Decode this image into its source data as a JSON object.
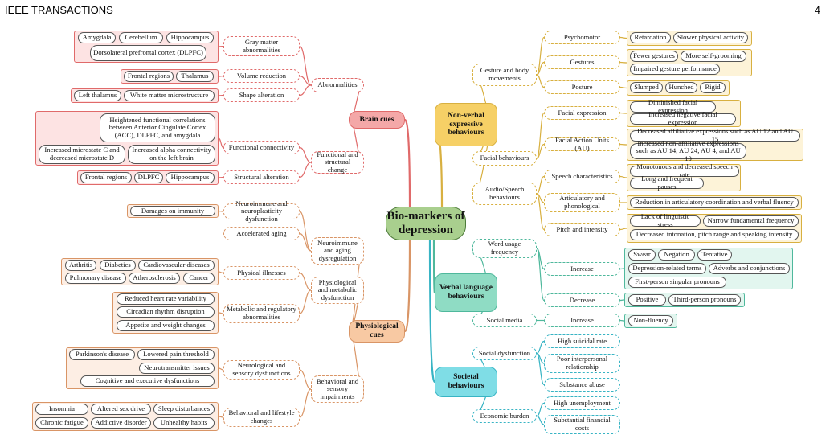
{
  "header": {
    "title": "IEEE TRANSACTIONS",
    "page": "4"
  },
  "diagram": {
    "root": "Bio-markers of depression",
    "brain": {
      "label": "Brain cues",
      "abnormalities": "Abnormalities",
      "gray_matter": "Gray matter abnormalities",
      "volume_reduction": "Volume reduction",
      "shape_alteration": "Shape alteration",
      "gm_items": [
        "Amygdala",
        "Cerebellum",
        "Hippocampus",
        "Dorsolateral prefrontal cortex (DLPFC)"
      ],
      "vol_items": [
        "Frontal regions",
        "Thalamus"
      ],
      "shape_items": [
        "Left thalamus",
        "White matter microstructure"
      ],
      "functional": "Functional and structural change",
      "func_conn": "Functional connectivity",
      "struct_alt": "Structural alteration",
      "fc_items": [
        "Heightened functional correlations between Anterior Cingulate Cortex (ACC), DLPFC, and amygdala",
        "Increased microstate C and decreased microstate D",
        "Increased alpha connectivity on the left brain"
      ],
      "sa_items": [
        "Frontal regions",
        "DLPFC",
        "Hippocampus"
      ]
    },
    "physio": {
      "label": "Physiological cues",
      "neuroimmune": "Neuroimmune and aging dysregulation",
      "neuro_dys": "Neuroimmune and neuroplasticity dysfunction",
      "accel_aging": "Accelerated aging",
      "immunity": "Damages on immunity",
      "metabolic": "Physiological and metabolic dysfunction",
      "phys_ill": "Physical illnesses",
      "ill_items": [
        "Arthritis",
        "Diabetics",
        "Cardiovascular diseases",
        "Pulmonary disease",
        "Atherosclerosis",
        "Cancer"
      ],
      "met_reg": "Metabolic and regulatory abnormalities",
      "met_items": [
        "Reduced heart rate variability",
        "Circadian rhythm disruption",
        "Appetite and weight changes"
      ],
      "behav": "Behavioral and sensory impairments",
      "neuro_sens": "Neurological and sensory dysfunctions",
      "ns_items": [
        "Parkinson's disease",
        "Lowered pain threshold",
        "Neurotransmitter issues",
        "Cognitive and executive dysfunctions"
      ],
      "lifestyle": "Behavioral and lifestyle changes",
      "life_items": [
        "Insomnia",
        "Altered sex drive",
        "Sleep disturbances",
        "Chronic fatigue",
        "Addictive disorder",
        "Unhealthy habits"
      ]
    },
    "nonverbal": {
      "label": "Non-verbal expressive behaviours",
      "gesture": "Gesture and body movements",
      "psychomotor": "Psychomotor",
      "gestures": "Gestures",
      "posture": "Posture",
      "psy_items": [
        "Retardation",
        "Slower physical activity"
      ],
      "ges_items": [
        "Fewer gestures",
        "More self-grooming",
        "Impaired gesture performance"
      ],
      "pos_items": [
        "Slumped",
        "Hunched",
        "Rigid"
      ],
      "facial": "Facial behaviours",
      "fac_expr": "Facial expression",
      "fau": "Facial Action Units (AU)",
      "fe_items": [
        "Diminished facial expression",
        "Increased negative facial expression"
      ],
      "au_items": [
        "Decreased affiliative expressions such as AU 12 and AU 15",
        "Increased non-affiliative expressions such as AU 14, AU 24, AU 4, and AU 10"
      ],
      "audio": "Audio/Speech behaviours",
      "speech_char": "Speech characteristics",
      "artic": "Articulatory and phonological",
      "pitch": "Pitch and intensity",
      "sc_items": [
        "Monotonous and decreased speech rate",
        "Long and frequent pauses"
      ],
      "art_items": [
        "Reduction in articulatory coordination and verbal fluency"
      ],
      "pi_items": [
        "Lack of linguistic stress",
        "Narrow fundamental frequency",
        "Decreased intonation, pitch range and speaking intensity"
      ]
    },
    "verbal": {
      "label": "Verbal language behaviours",
      "word_usage": "Word usage frequency",
      "increase": "Increase",
      "decrease": "Decrease",
      "inc_items": [
        "Swear",
        "Negation",
        "Tentative",
        "Depression-related terms",
        "Adverbs and conjunctions",
        "First-person singular pronouns"
      ],
      "dec_items": [
        "Positive",
        "Third-person pronouns"
      ],
      "social_media": "Social media",
      "sm_increase": "Increase",
      "sm_items": [
        "Non-fluency"
      ]
    },
    "societal": {
      "label": "Societal behaviours",
      "social_dys": "Social dysfunction",
      "high_suicidal": "High suicidal rate",
      "poor_rel": "Poor interpersonal relationship",
      "substance": "Substance abuse",
      "economic": "Economic burden",
      "unemployment": "High unemployment",
      "financial": "Substantial financial costs"
    },
    "colors": {
      "brain": "#e06a6a",
      "brain_fill": "#f4a8a8",
      "brain_box": "#fde3e3",
      "physio": "#d99566",
      "physio_fill": "#f8c9a3",
      "physio_box": "#fdeee4",
      "nonverbal": "#d8b040",
      "nonverbal_fill": "#f6d066",
      "nonverbal_box": "#fdf3d8",
      "verbal": "#4fb89c",
      "verbal_fill": "#8fdcc4",
      "verbal_box": "#e2f6ef",
      "societal": "#38b4c4",
      "societal_fill": "#7fdde6",
      "societal_box": "#e1f6f8",
      "root_fill": "#a9cf8e"
    }
  }
}
